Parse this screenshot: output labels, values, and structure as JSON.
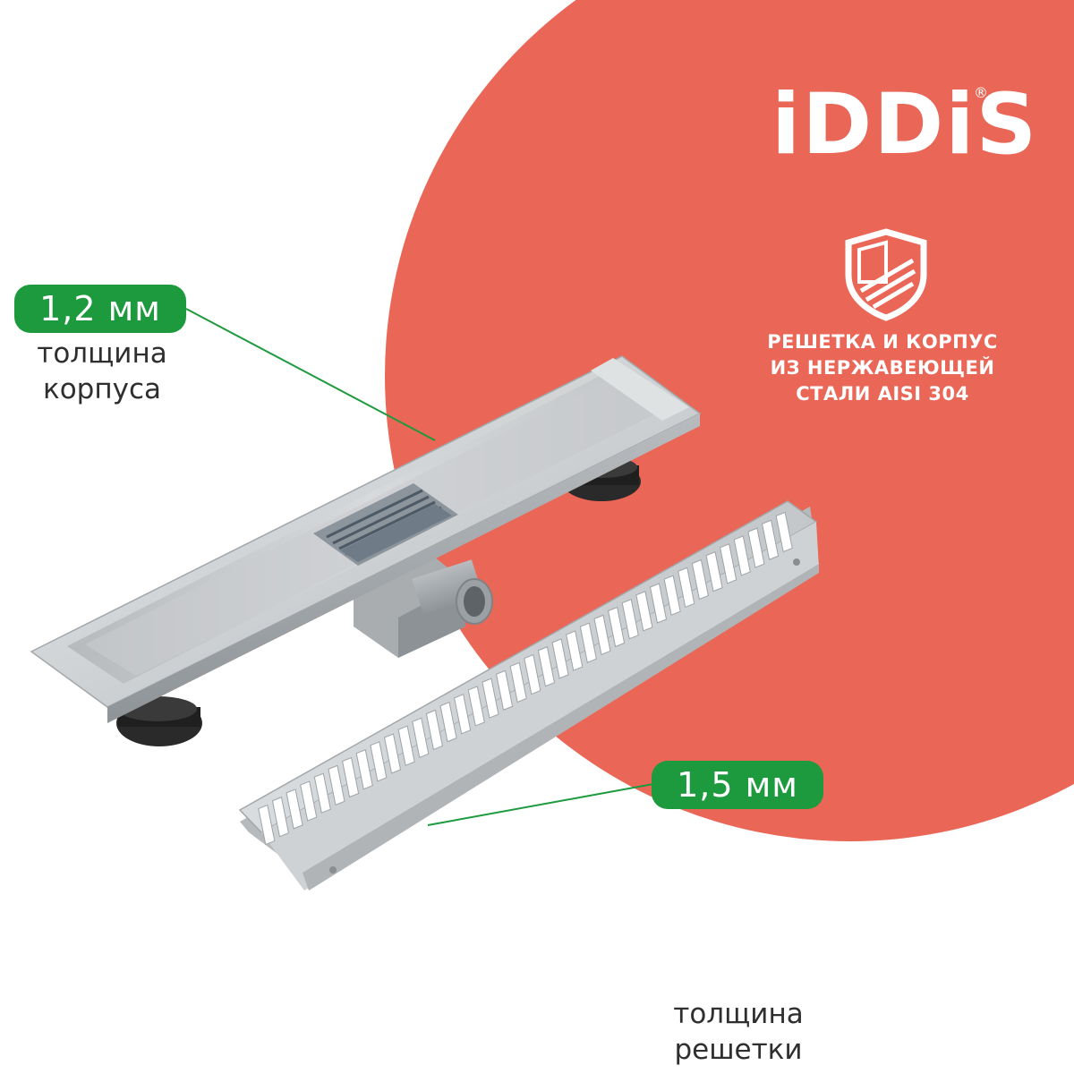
{
  "brand": {
    "name": "iDDiS",
    "registered_mark": "®"
  },
  "feature": {
    "icon": "shield-icon",
    "lines": [
      "РЕШЕТКА И КОРПУС",
      "ИЗ НЕРЖАВЕЮЩЕЙ",
      "СТАЛИ AISI 304"
    ]
  },
  "callouts": {
    "body": {
      "value": "1,2 мм",
      "caption_line1": "толщина",
      "caption_line2": "корпуса"
    },
    "grate": {
      "value": "1,5 мм",
      "caption_line1": "толщина",
      "caption_line2": "решетки"
    }
  },
  "colors": {
    "accent_circle": "#EA6656",
    "badge_green": "#1E9A3E",
    "steel": "#C9CCCE"
  }
}
